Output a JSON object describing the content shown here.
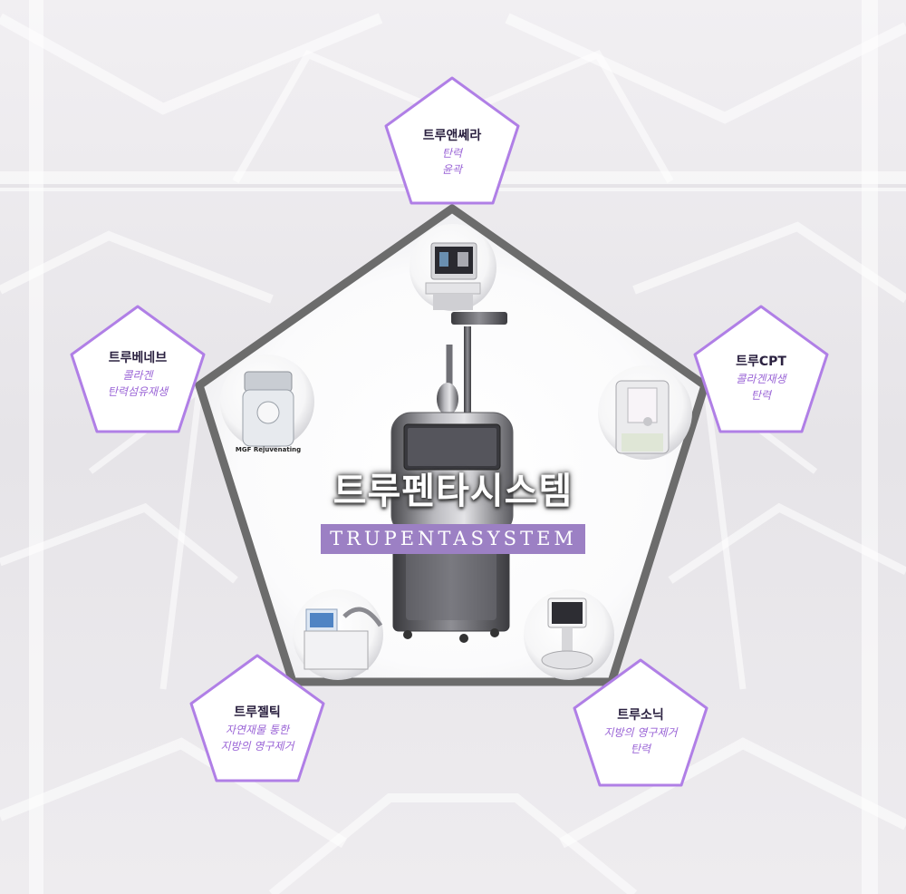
{
  "center": {
    "title": "트루펜타시스템",
    "subtitle": "TRUPENTASYSTEM"
  },
  "devices": [
    {
      "name": "트루앤쎄라",
      "lines": [
        "탄력",
        "윤곽"
      ]
    },
    {
      "name": "트루CPT",
      "lines": [
        "콜라겐재생",
        "탄력"
      ]
    },
    {
      "name": "트루소닉",
      "lines": [
        "지방의 영구제거",
        "탄력"
      ]
    },
    {
      "name": "트루젤틱",
      "lines": [
        "자연재물 통한",
        "지방의 영구제거"
      ]
    },
    {
      "name": "트루베네브",
      "lines": [
        "콜라겐",
        "탄력섬유재생"
      ]
    }
  ],
  "product_label": "MGF Rejuvenating",
  "colors": {
    "accent": "#9c80c4",
    "badge_border": "#b07fe6",
    "badge_text": "#9a64d6",
    "frame": "#6c6c6c"
  }
}
